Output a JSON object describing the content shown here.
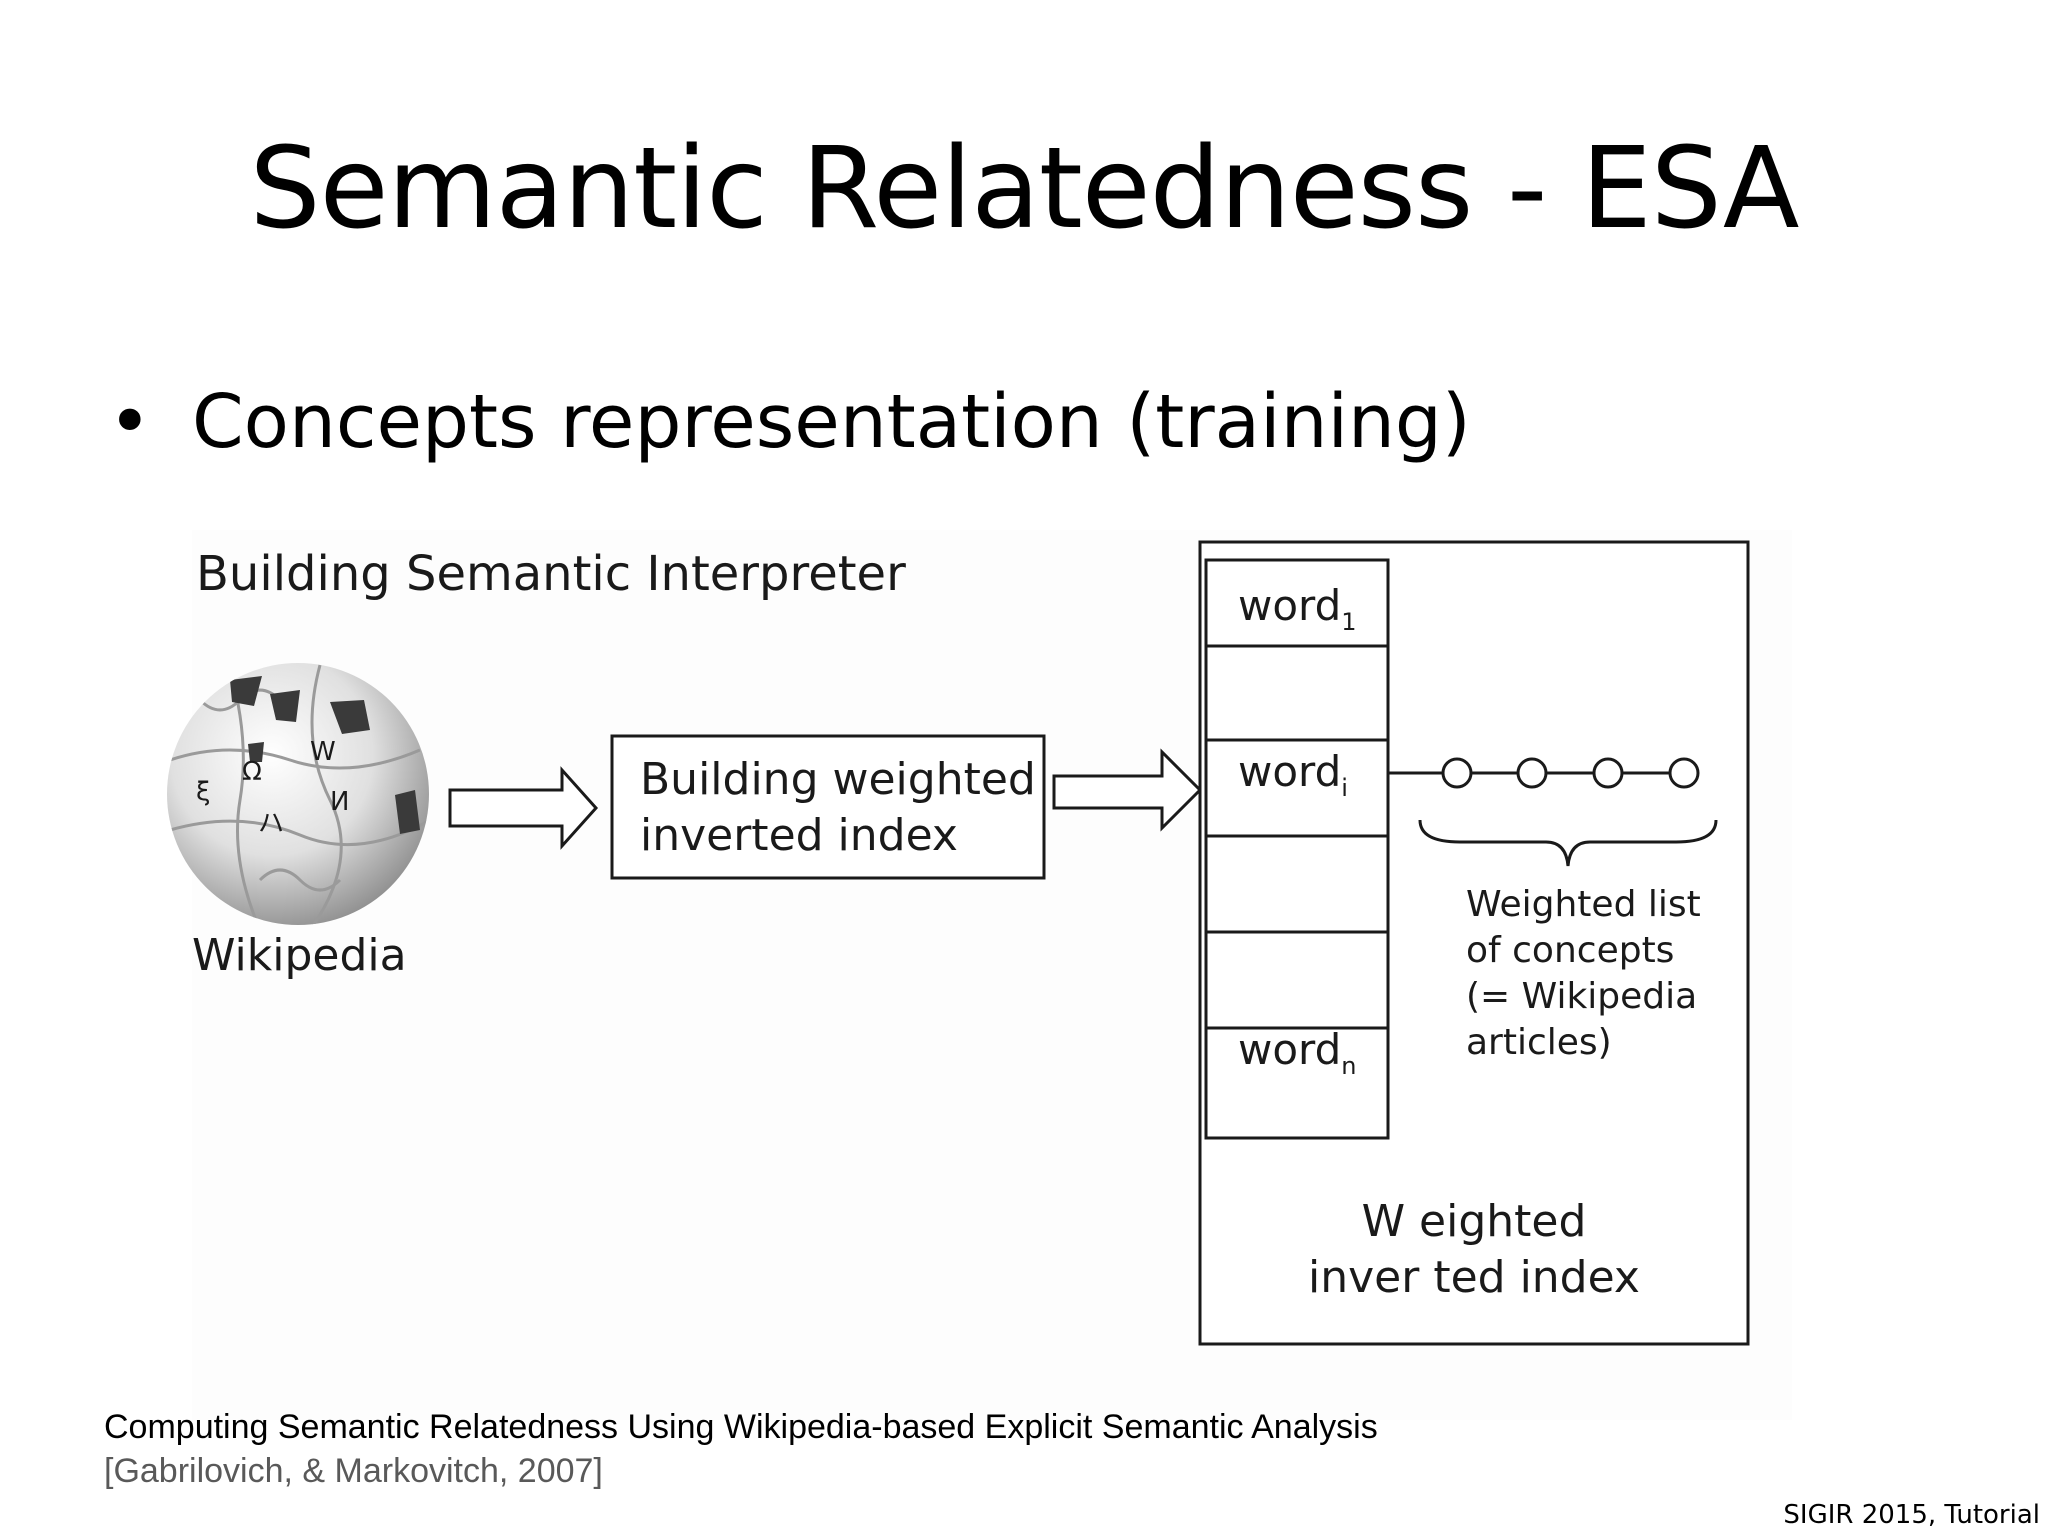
{
  "slide": {
    "title": "Semantic Relatedness - ESA",
    "bullet_marker": "•",
    "bullet_text": "Concepts representation (training)"
  },
  "diagram": {
    "heading": "Building Semantic Interpreter",
    "source_label": "Wikipedia",
    "process_box_line1": "Building weighted",
    "process_box_line2": "inverted index",
    "rows": [
      {
        "word": "word",
        "sub": "1"
      },
      {
        "word": "word",
        "sub": "i"
      },
      {
        "word": "word",
        "sub": "n"
      }
    ],
    "concept_note_lines": [
      "Weighted list",
      "of concepts",
      "(= Wikipedia",
      "articles)"
    ],
    "index_caption_line1": "W eighted",
    "index_caption_line2": "inver ted index"
  },
  "citation": {
    "title": "Computing Semantic Relatedness Using Wikipedia-based Explicit Semantic Analysis",
    "reference": "[Gabrilovich, & Markovitch, 2007]"
  },
  "footer": {
    "text": "SIGIR 2015, Tutorial"
  },
  "colors": {
    "text": "#000000",
    "citation_gray": "#595959",
    "line": "#1a1a1a",
    "globe_light": "#e6e6e6",
    "globe_dark": "#7a7a7a"
  }
}
